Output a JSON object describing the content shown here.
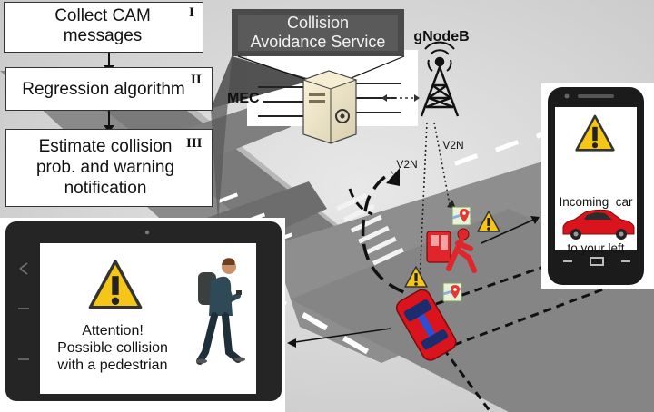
{
  "steps": [
    {
      "numeral": "I",
      "line1": "Collect CAM",
      "line2": "messages"
    },
    {
      "numeral": "II",
      "line1": "Regression algorithm"
    },
    {
      "numeral": "III",
      "line1": "Estimate collision",
      "line2": "prob. and warning",
      "line3": "notification"
    }
  ],
  "service": {
    "line1": "Collision",
    "line2": "Avoidance Service"
  },
  "mec_label": "MEC",
  "gnb_label": "gNodeB",
  "link_labels": {
    "left": "V2N",
    "right": "V2N"
  },
  "tablet_message": {
    "line1": "Attention!",
    "line2": "Possible collision",
    "line3": "with a pedestrian"
  },
  "phone_message": {
    "line1": "Incoming  car",
    "line2": "to your left"
  },
  "icons": [
    "warning-icon",
    "map-pin-icon",
    "server-icon",
    "antenna-icon",
    "pedestrian-icon",
    "car-icon"
  ],
  "colors": {
    "warning_fill": "#f5c518",
    "car_red": "#d9141c",
    "road": "#808080",
    "dark_box": "#4a4a4a"
  }
}
